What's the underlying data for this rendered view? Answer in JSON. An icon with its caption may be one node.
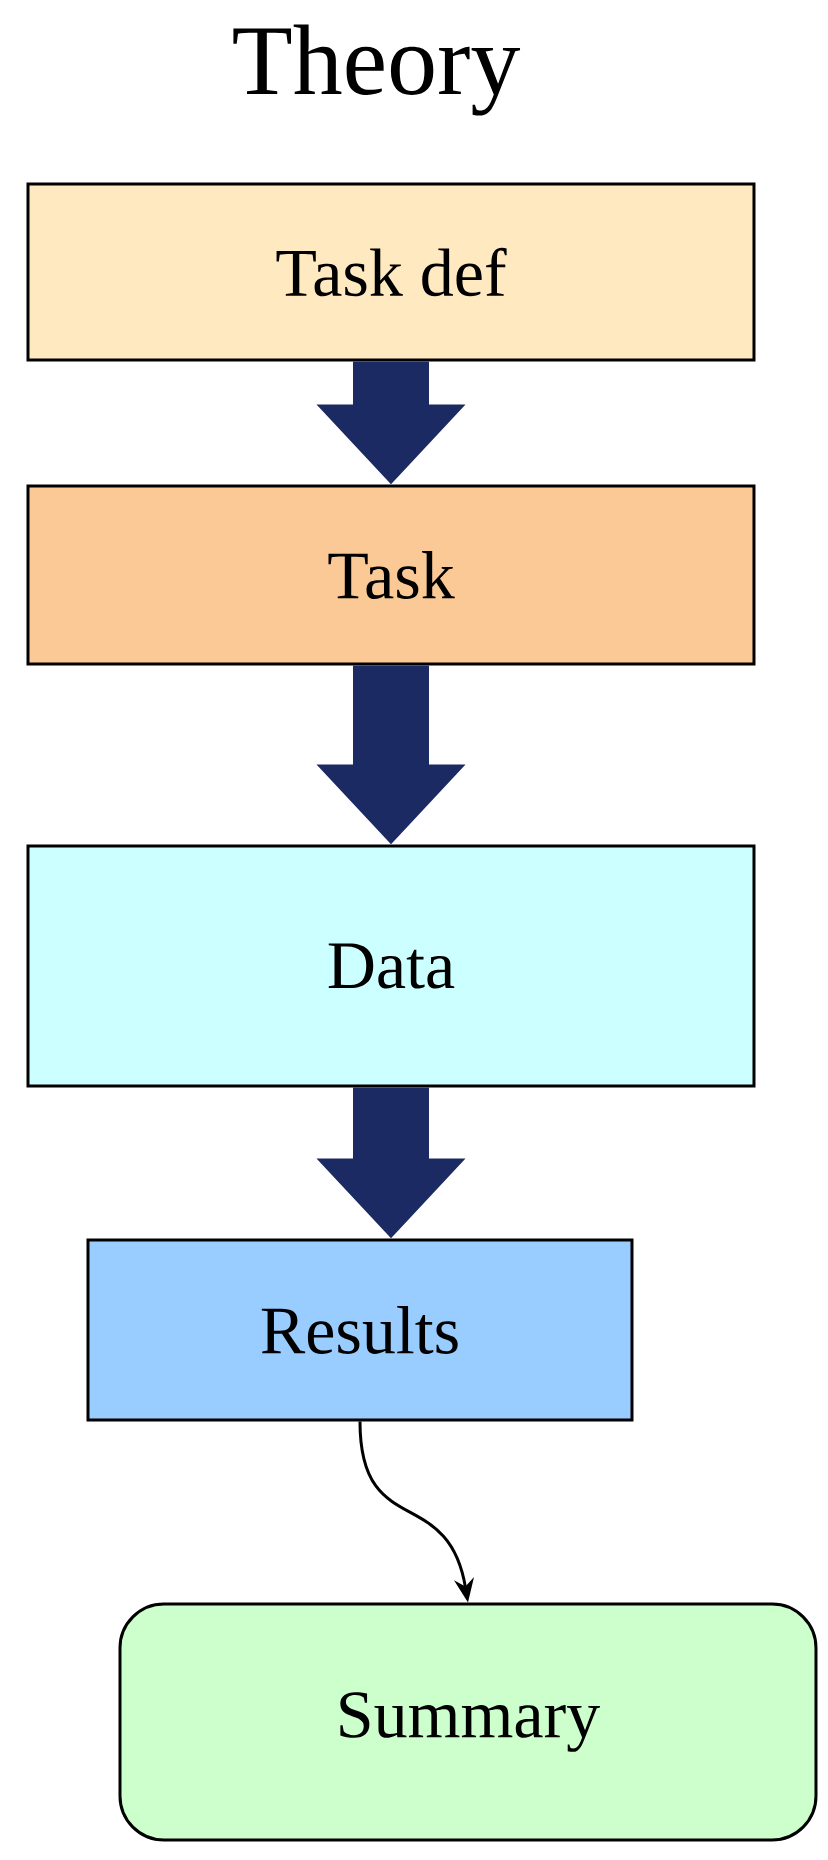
{
  "diagram": {
    "title": "Theory",
    "nodes": [
      {
        "text": [
          "Task def"
        ]
      },
      {
        "text": [
          "Task"
        ]
      },
      {
        "text": [
          "Data"
        ]
      },
      {
        "text": [
          "Results"
        ]
      },
      {
        "text": [
          "Summary"
        ]
      }
    ],
    "edges": [
      {
        "from": 0,
        "to": 1,
        "arrow": "to"
      },
      {
        "from": 1,
        "to": 2,
        "arrow": "to"
      },
      {
        "from": 2,
        "to": 3,
        "arrow": "to"
      },
      {
        "from": 3,
        "to": 4,
        "arrow": "to",
        "color": "#000000"
      }
    ]
  }
}
